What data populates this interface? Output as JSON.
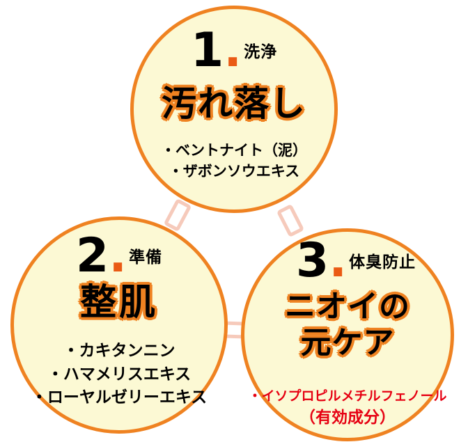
{
  "diagram": {
    "steps": [
      {
        "number": "1",
        "dot": ".",
        "category": "洗浄",
        "title_lines": [
          "汚れ落し"
        ],
        "ingredients": [
          "・ベントナイト（泥）",
          "・ザボンソウエキス"
        ]
      },
      {
        "number": "2",
        "dot": ".",
        "category": "準備",
        "title_lines": [
          "整肌"
        ],
        "ingredients": [
          "・カキタンニン",
          "・ハマメリスエキス",
          "・ローヤルゼリーエキス"
        ]
      },
      {
        "number": "3",
        "dot": ".",
        "category": "体臭防止",
        "title_lines": [
          "ニオイの",
          "元ケア"
        ],
        "ingredients": [
          "・イソプロピルメチルフェノール",
          "（有効成分）"
        ]
      }
    ]
  },
  "colors": {
    "circle_border": "#ef8221",
    "circle_fill": "#fcf9d4",
    "title_outline": "#ef8221",
    "number_dot": "#ea5a14",
    "ingredient_text": "#000000",
    "active_ingredient_text": "#e60012",
    "connector": "#f6cabb"
  }
}
